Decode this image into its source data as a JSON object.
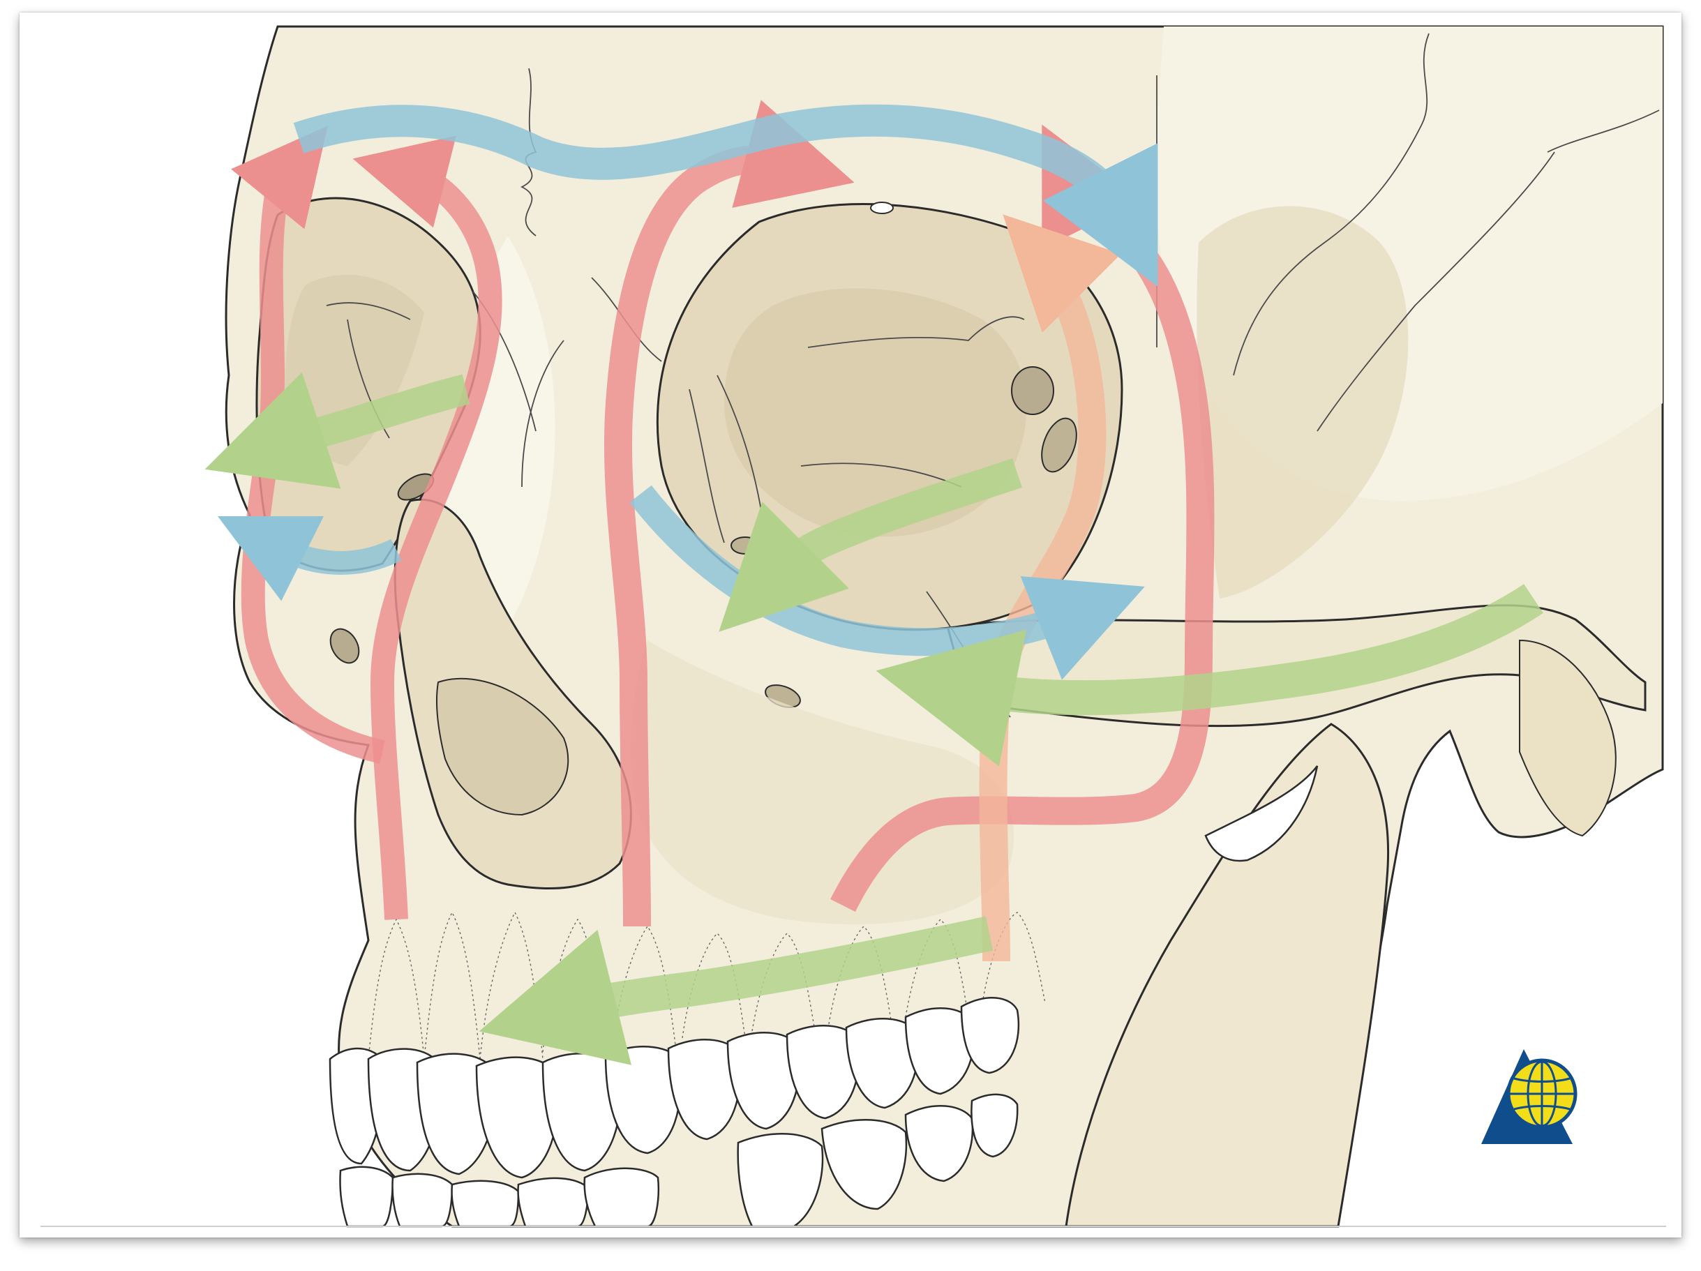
{
  "figure": {
    "subject": "skull-facial-buttresses",
    "colors": {
      "background": "#ffffff",
      "bone": "#f3eedb",
      "bone_light": "#f8f6ea",
      "bone_shade": "#e2d8bd",
      "bone_deep": "#d6c9a8",
      "outline": "#2b2b2b",
      "vertical_buttress": "#ec8f8f",
      "horizontal_buttress": "#8fc4d8",
      "sagittal_buttress": "#b2d28b",
      "logo_blue": "#0f4d8c",
      "logo_yellow": "#f2dd1a"
    },
    "buttress_groups": [
      {
        "id": "vertical",
        "color_name": "red"
      },
      {
        "id": "horizontal",
        "color_name": "blue"
      },
      {
        "id": "sagittal",
        "color_name": "green"
      }
    ],
    "logo": {
      "icon": "globe-triangle-icon"
    }
  }
}
